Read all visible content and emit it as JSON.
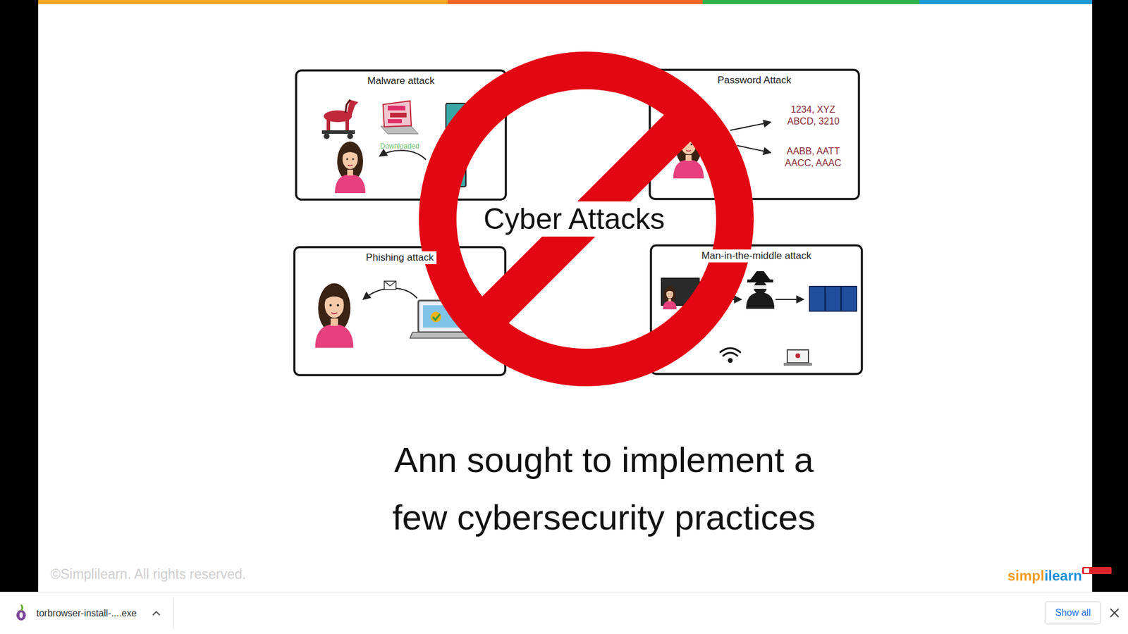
{
  "diagram": {
    "title": "Cyber Attacks",
    "caption": "Ann sought to implement a few cybersecurity practices",
    "nodes": [
      {
        "text": [
          "Malware attack"
        ]
      },
      {
        "text": [
          "Password Attack"
        ]
      },
      {
        "text": [
          "Phishing attack"
        ]
      },
      {
        "text": [
          "Man-in-the-middle attack"
        ]
      }
    ],
    "labels": [
      "Downloaded",
      "1234, XYZ",
      "ABCD, 3210",
      "AABB, AATT",
      "AACC, AAAC",
      "©Simplilearn. All rights reserved.",
      "simplilearn",
      "torbrowser-install-....exe",
      "Show all"
    ]
  }
}
